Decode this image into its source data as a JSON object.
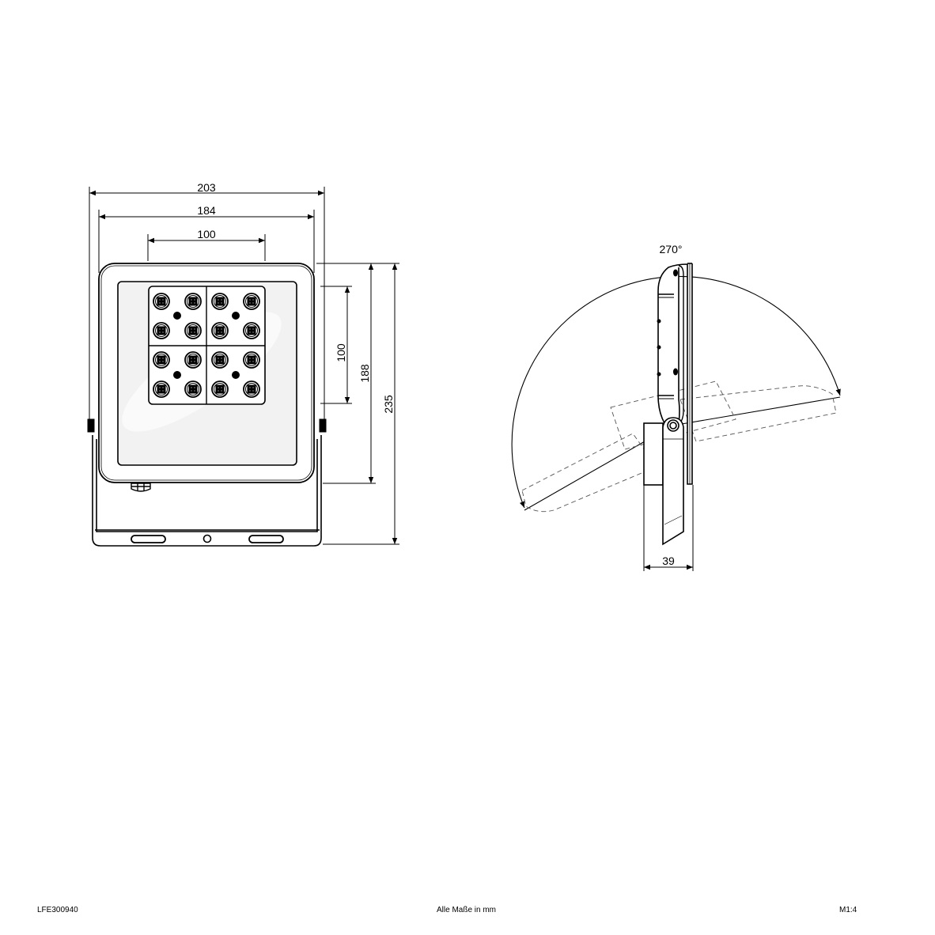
{
  "front_view": {
    "dimensions": {
      "overall_width": "203",
      "housing_width": "184",
      "led_module_width": "100",
      "led_module_height": "100",
      "housing_height": "188",
      "overall_height": "235"
    },
    "led_grid": {
      "rows": 4,
      "cols": 4,
      "clusters": 4
    }
  },
  "side_view": {
    "dimensions": {
      "rotation_angle": "270°",
      "depth": "39"
    }
  },
  "footer": {
    "article_number": "LFE300940",
    "units_note": "Alle Maße in mm",
    "scale": "M1:4"
  },
  "colors": {
    "line": "#000000",
    "glass_fill": "#f2f2f2",
    "background": "#ffffff"
  }
}
